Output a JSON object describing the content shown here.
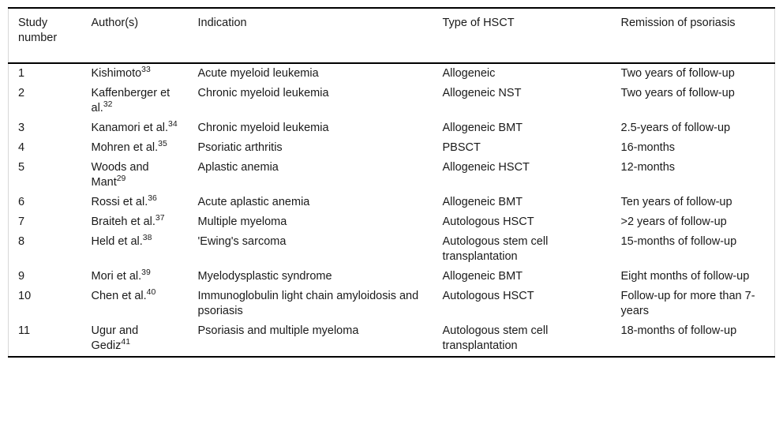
{
  "table": {
    "columns": [
      {
        "key": "study_number",
        "label": "Study number"
      },
      {
        "key": "authors",
        "label": "Author(s)"
      },
      {
        "key": "indication",
        "label": "Indication"
      },
      {
        "key": "type_of_hsct",
        "label": "Type of HSCT"
      },
      {
        "key": "remission",
        "label": "Remission of psoriasis"
      }
    ],
    "rows": [
      {
        "study_number": "1",
        "author_name": "Kishimoto",
        "author_ref": "33",
        "indication": "Acute myeloid leukemia",
        "type_of_hsct": "Allogeneic",
        "remission": "Two years of follow-up"
      },
      {
        "study_number": "2",
        "author_name": "Kaffenberger et al.",
        "author_ref": "32",
        "indication": "Chronic myeloid leukemia",
        "type_of_hsct": "Allogeneic NST",
        "remission": "Two years of follow-up"
      },
      {
        "study_number": "3",
        "author_name": "Kanamori et al.",
        "author_ref": "34",
        "indication": "Chronic myeloid leukemia",
        "type_of_hsct": "Allogeneic BMT",
        "remission": "2.5-years of follow-up"
      },
      {
        "study_number": "4",
        "author_name": "Mohren et al.",
        "author_ref": "35",
        "indication": "Psoriatic arthritis",
        "type_of_hsct": "PBSCT",
        "remission": "16-months"
      },
      {
        "study_number": "5",
        "author_name": "Woods and Mant",
        "author_ref": "29",
        "indication": "Aplastic anemia",
        "type_of_hsct": "Allogeneic HSCT",
        "remission": "12-months"
      },
      {
        "study_number": "6",
        "author_name": "Rossi et al.",
        "author_ref": "36",
        "indication": "Acute aplastic anemia",
        "type_of_hsct": "Allogeneic BMT",
        "remission": "Ten years of follow-up"
      },
      {
        "study_number": "7",
        "author_name": "Braiteh et al.",
        "author_ref": "37",
        "indication": "Multiple myeloma",
        "type_of_hsct": "Autologous HSCT",
        "remission": ">2 years of follow-up"
      },
      {
        "study_number": "8",
        "author_name": "Held et al.",
        "author_ref": "38",
        "indication": "'Ewing's sarcoma",
        "type_of_hsct": "Autologous stem cell transplantation",
        "remission": "15-months of follow-up"
      },
      {
        "study_number": "9",
        "author_name": "Mori et al.",
        "author_ref": "39",
        "indication": "Myelodysplastic syndrome",
        "type_of_hsct": "Allogeneic BMT",
        "remission": "Eight months of follow-up"
      },
      {
        "study_number": "10",
        "author_name": "Chen et al.",
        "author_ref": "40",
        "indication": "Immunoglobulin light chain amyloidosis and psoriasis",
        "type_of_hsct": "Autologous HSCT",
        "remission": "Follow-up for more than 7-years"
      },
      {
        "study_number": "11",
        "author_name": "Ugur and Gediz",
        "author_ref": "41",
        "indication": "Psoriasis and multiple myeloma",
        "type_of_hsct": "Autologous stem cell transplantation",
        "remission": "18-months of follow-up"
      }
    ]
  },
  "colors": {
    "rule": "#000000",
    "side_border": "#d8d8d8",
    "text": "#1a1a1a",
    "background": "#ffffff"
  }
}
